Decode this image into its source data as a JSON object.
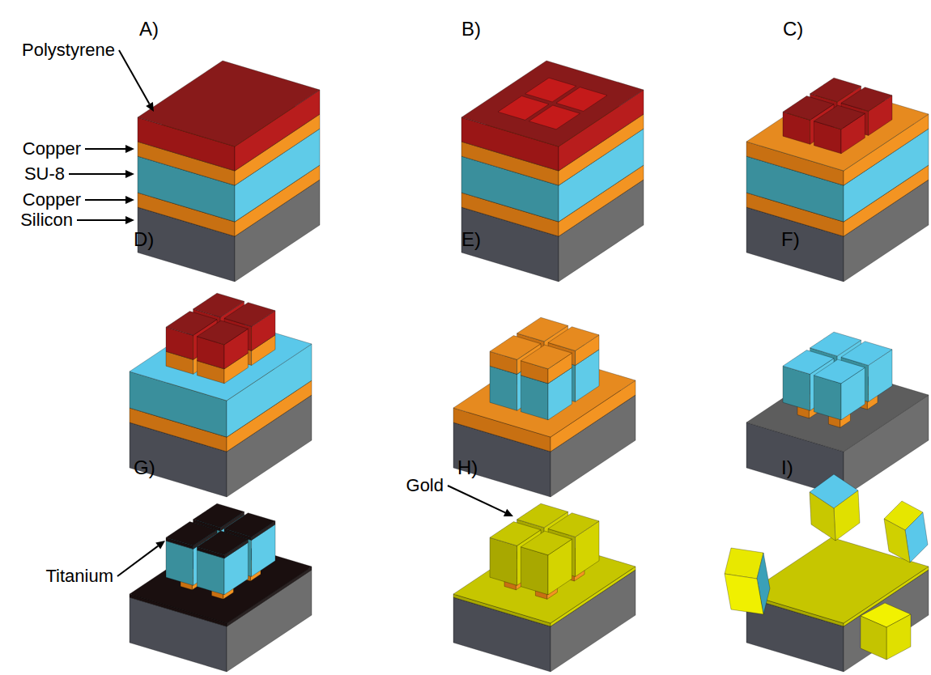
{
  "diagram": {
    "labels": [
      "A)",
      "B)",
      "C)",
      "Polystyrene",
      "Copper",
      "SU-8",
      "Copper",
      "Silicon",
      "D)",
      "E)",
      "F)",
      "Titanium",
      "G)",
      "H)",
      "Gold",
      "I)"
    ]
  }
}
